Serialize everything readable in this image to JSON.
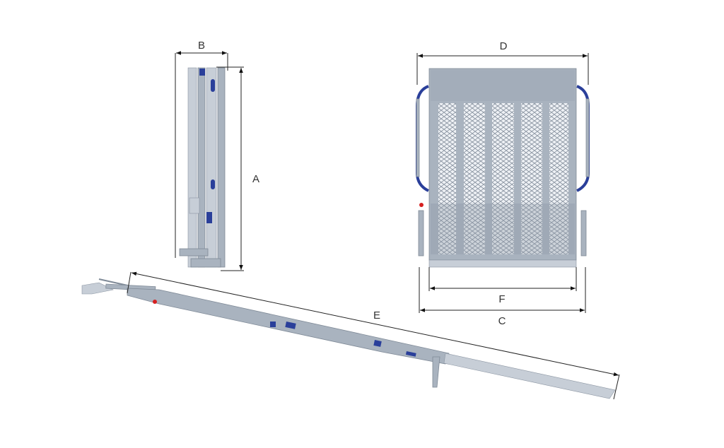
{
  "diagram": {
    "dimension_labels": {
      "a": "A",
      "b": "B",
      "c": "C",
      "d": "D",
      "e": "E",
      "f": "F"
    },
    "colors": {
      "metal": "#a9b3bf",
      "handle": "#2a3f9a",
      "latch": "#d62020",
      "line": "#222222"
    }
  }
}
